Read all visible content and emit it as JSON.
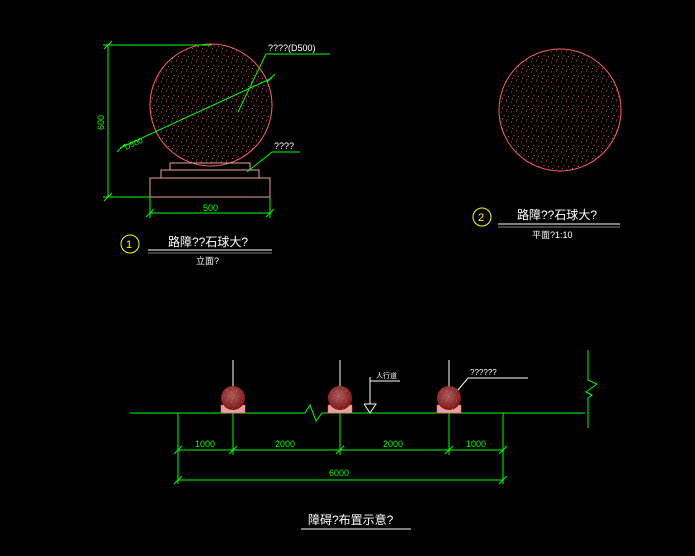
{
  "elevation": {
    "leader_label": "????(D500)",
    "diameter_label": "D500",
    "base_leader_label": "????",
    "height_dim": "600",
    "width_dim": "500",
    "title_number": "1",
    "title": "路障??石球大?",
    "subtitle": "立面?"
  },
  "plan": {
    "title_number": "2",
    "title": "路障??石球大?",
    "subtitle": "平面?1:10"
  },
  "layout_plan": {
    "sign_label": "人行道",
    "leader_label": "??????",
    "dim_1": "1000",
    "dim_2": "2000",
    "dim_3": "2000",
    "dim_4": "1000",
    "dim_total": "6000",
    "title": "障碍?布置示意?"
  },
  "colors": {
    "background": "#000000",
    "line_green": "#00ff00",
    "line_white": "#ffffff",
    "ball_red": "#ff6060",
    "base_pink": "#e8a0a0",
    "title_circle": "#ffff00"
  }
}
